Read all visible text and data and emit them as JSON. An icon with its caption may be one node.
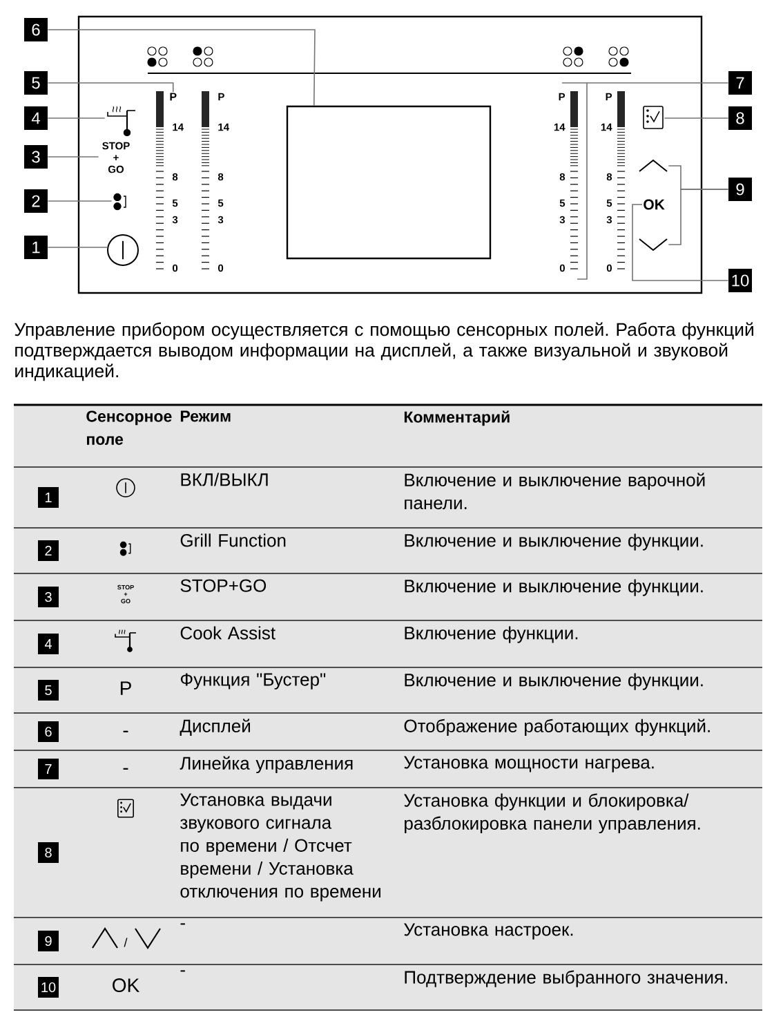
{
  "diagram": {
    "nodes": [
      {
        "text": [],
        "shape": "box"
      },
      {
        "text": [
          "6"
        ]
      },
      {
        "text": [],
        "shape": "box",
        "in": 0
      },
      {
        "text": [
          "5"
        ]
      },
      {
        "text": [
          "P"
        ],
        "in": 0
      },
      {
        "text": [
          "4"
        ]
      },
      {
        "text": [],
        "shape": "icon",
        "in": 0
      },
      {
        "text": [
          "3"
        ]
      },
      {
        "text": [
          "STOP + GO"
        ],
        "in": 0
      },
      {
        "text": [
          "2"
        ]
      },
      {
        "text": [],
        "shape": "icon",
        "in": 0
      },
      {
        "text": [
          "1"
        ]
      },
      {
        "text": [],
        "shape": "circle",
        "in": 0
      },
      {
        "text": [
          "7"
        ]
      },
      {
        "text": [],
        "shape": "bar",
        "in": 0
      },
      {
        "text": [],
        "shape": "icon",
        "in": 0
      },
      {
        "text": [
          "8"
        ]
      },
      {
        "text": [],
        "shape": "chevron",
        "in": 0
      },
      {
        "text": [],
        "shape": "chevron",
        "in": 0
      },
      {
        "text": [
          "9"
        ]
      },
      {
        "text": [
          "OK"
        ],
        "in": 0
      },
      {
        "text": [
          "10"
        ]
      },
      {
        "text": [
          "1"
        ]
      },
      {
        "text": [
          "2"
        ]
      },
      {
        "text": [
          "3"
        ]
      },
      {
        "text": [
          "4"
        ]
      },
      {
        "text": [
          "5"
        ]
      },
      {
        "text": [
          "6"
        ]
      },
      {
        "text": [
          "7"
        ]
      },
      {
        "text": [
          "8"
        ]
      },
      {
        "text": [
          "9"
        ]
      },
      {
        "text": [
          "10"
        ]
      }
    ],
    "edges": [
      {
        "from": 1,
        "to": 2,
        "arrow": "none"
      },
      {
        "from": 3,
        "to": 4,
        "arrow": "none"
      },
      {
        "from": 5,
        "to": 6,
        "arrow": "none"
      },
      {
        "from": 7,
        "to": 8,
        "arrow": "none"
      },
      {
        "from": 9,
        "to": 10,
        "arrow": "none"
      },
      {
        "from": 11,
        "to": 12,
        "arrow": "none"
      },
      {
        "from": 13,
        "to": 14,
        "arrow": "none"
      },
      {
        "from": 16,
        "to": 15,
        "arrow": "none"
      },
      {
        "from": 19,
        "to": 17,
        "arrow": "none"
      },
      {
        "from": 19,
        "to": 18,
        "arrow": "none"
      },
      {
        "from": 21,
        "to": 20,
        "arrow": "none"
      }
    ],
    "labels": [
      "14",
      "8",
      "5",
      "3",
      "0",
      "P",
      "14",
      "8",
      "5",
      "3",
      "0",
      "P",
      "14",
      "8",
      "5",
      "3",
      "0",
      "P",
      "14",
      "8",
      "5",
      "3",
      "0",
      "Управление прибором осуществляется с помощью сенсорных полей. Работа функций подтверждается выводом информации на дисплей, а также визуальной и звуковой индикацией.",
      "Сенсорное поле",
      "Режим",
      "Комментарий",
      "ВКЛ/ВЫКЛ",
      "Включение и выключение варочной панели.",
      "Grill Function",
      "Включение и выключение функции.",
      "STOP + GO",
      "STOP+GO",
      "Включение и выключение функции.",
      "Cook Assist",
      "Включение функции.",
      "P",
      "Функция \"Бустер\"",
      "Включение и выключение функции.",
      "-",
      "Дисплей",
      "Отображение работающих функций.",
      "-",
      "Линейка управления",
      "Установка мощности нагрева.",
      "Установка выдачи звукового сигнала по времени / Отсчет времени / Установка отключения по времени",
      "Установка функции и блокировка/ разблокировка панели управления.",
      "/",
      "-",
      "Установка настроек.",
      "OK",
      "-",
      "Подтверждение выбранного значения."
    ]
  }
}
